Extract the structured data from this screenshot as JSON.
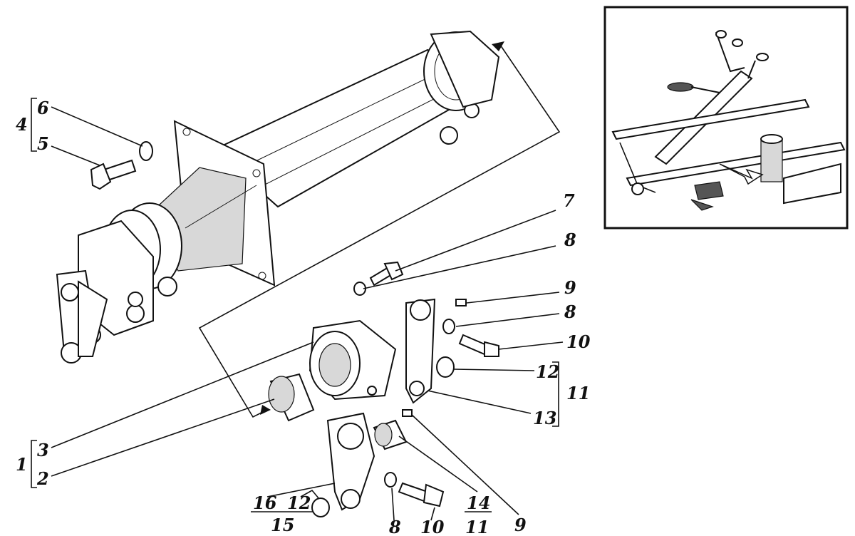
{
  "callouts": {
    "n1": "1",
    "n2": "2",
    "n3": "3",
    "n4": "4",
    "n5": "5",
    "n6": "6",
    "n7": "7",
    "n8a": "8",
    "n8b": "8",
    "n8c": "8",
    "n9a": "9",
    "n9b": "9",
    "n10a": "10",
    "n10b": "10",
    "n11a": "11",
    "n11b": "11",
    "n12a": "12",
    "n12b": "12",
    "n13": "13",
    "n14": "14",
    "n15": "15",
    "n16": "16"
  },
  "icons": {
    "main_assembly": "shaft-housing-illustration",
    "inset": "tractor-linkage-inset-illustration"
  }
}
